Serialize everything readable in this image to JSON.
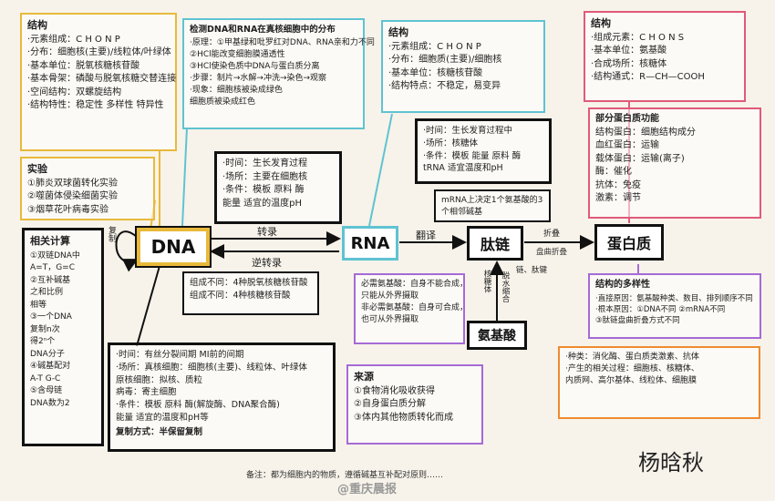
{
  "dna_structure": {
    "title": "结构",
    "lines": [
      "·元素组成：C H O N P",
      "·分布：细胞核(主要)/线粒体/叶绿体",
      "·基本单位：脱氧核糖核苷酸",
      "·基本骨架：磷酸与脱氧核糖交替连接",
      "·空间结构：双螺旋结构",
      "·结构特性：稳定性  多样性  特异性"
    ]
  },
  "distribution": {
    "title": "检测DNA和RNA在真核细胞中的分布",
    "lines": [
      "·原理：①甲基绿和吡罗红对DNA、RNA亲和力不同",
      "       ②HCl能改变细胞膜通透性",
      "       ③HCl使染色质中DNA与蛋白质分离",
      "·步骤：制片→水解→冲洗→染色→观察",
      "·现象：细胞核被染成绿色",
      "       细胞质被染成红色"
    ]
  },
  "rna_structure": {
    "title": "结构",
    "lines": [
      "·元素组成：C H O N P",
      "·分布：细胞质(主要)/细胞核",
      "·基本单位：核糖核苷酸",
      "·结构特点：不稳定，易变异"
    ]
  },
  "protein_structure": {
    "title": "结构",
    "lines": [
      "·组成元素：C H O N S",
      "·基本单位：氨基酸",
      "·合成场所：核糖体",
      "·结构通式：R—CH—COOH"
    ]
  },
  "protein_functions": {
    "lines": [
      "部分蛋白质功能",
      "结构蛋白：细胞结构成分",
      "血红蛋白：运输",
      "载体蛋白：运输(离子)",
      "酶：催化",
      "抗体：免疫",
      "激素：调节"
    ]
  },
  "experiment": {
    "title": "实验",
    "lines": [
      "①肺炎双球菌转化实验",
      "②噬菌体侵染细菌实验",
      "③烟草花叶病毒实验"
    ]
  },
  "calc": {
    "title": "相关计算",
    "lines": [
      "①双链DNA中",
      "A=T，G=C",
      "②互补碱基",
      "之和比例",
      "相等",
      "③一个DNA",
      "复制n次",
      "得2ⁿ个",
      "DNA分子",
      "④碱基配对",
      "A-T G-C",
      "⑤含母链",
      "DNA数为2"
    ]
  },
  "replication": {
    "lines": [
      "·时间：有丝分裂间期  MI前的间期",
      "·场所：真核细胞：细胞核(主要)、线粒体、叶绿体",
      "       原核细胞：拟核、质粒",
      "       病毒：寄主细胞",
      "·条件：模板  原料  酶(解旋酶、DNA聚合酶)",
      "       能量  适宜的温度和pH等"
    ],
    "mode": "复制方式：半保留复制"
  },
  "transcription": {
    "lines": [
      "·时间：生长发育过程",
      "·场所：主要在细胞核",
      "·条件：模板  原料  酶",
      "       能量  适宜的温度pH"
    ]
  },
  "translation": {
    "lines": [
      "·时间：生长发育过程中",
      "·场所：核糖体",
      "·条件：模板  能量  原料  酶",
      "       tRNA  适宜温度和pH"
    ]
  },
  "mrna_note": {
    "text": "mRNA上决定1个氨基酸的3个相邻碱基"
  },
  "dna_bottom": {
    "lines": [
      "组成不同：4种脱氧核糖核苷酸",
      "组成不同：4种核糖核苷酸"
    ]
  },
  "amino": {
    "lines": [
      "必需氨基酸：自身不能合成，",
      "           只能从外界摄取",
      "非必需氨基酸：自身可合成，",
      "             也可从外界摄取"
    ]
  },
  "source": {
    "title": "来源",
    "lines": [
      "①食物消化吸收获得",
      "②自身蛋白质分解",
      "③体内其他物质转化而成"
    ]
  },
  "diversity": {
    "title": "结构的多样性",
    "lines": [
      "·直接原因：氨基酸种类、数目、排列顺序不同",
      "·根本原因：①DNA不同  ②mRNA不同",
      "           ③肽链盘曲折叠方式不同"
    ]
  },
  "protein_bottom": {
    "lines": [
      "·种类：消化酶、蛋白质类激素、抗体",
      "·产生的相关过程：细胞核、核糖体、",
      "  内质网、高尔基体、线粒体、细胞膜"
    ]
  },
  "nodes": {
    "dna": "DNA",
    "rna": "RNA",
    "peptide": "肽链",
    "protein": "蛋白质",
    "amino": "氨基酸"
  },
  "labels": {
    "transcribe": "转录",
    "reverse": "逆转录",
    "translate": "翻译",
    "fold": "折叠",
    "fold_sub": "盘曲折叠",
    "rep_side": "复制",
    "condense": "脱水缩合",
    "amino_side": "核糖体",
    "link": "链、肽键"
  },
  "footer": {
    "note": "备注：都为细胞内的物质，遵循碱基互补配对原则……",
    "watermark": "@重庆晨报",
    "signature": "杨晗秋"
  },
  "colors": {
    "yellow": "#e8b93a",
    "cyan": "#5fc3d2",
    "pink": "#e05a7a",
    "purple": "#a66ad6",
    "orange": "#ef8a2f",
    "black": "#111111"
  }
}
